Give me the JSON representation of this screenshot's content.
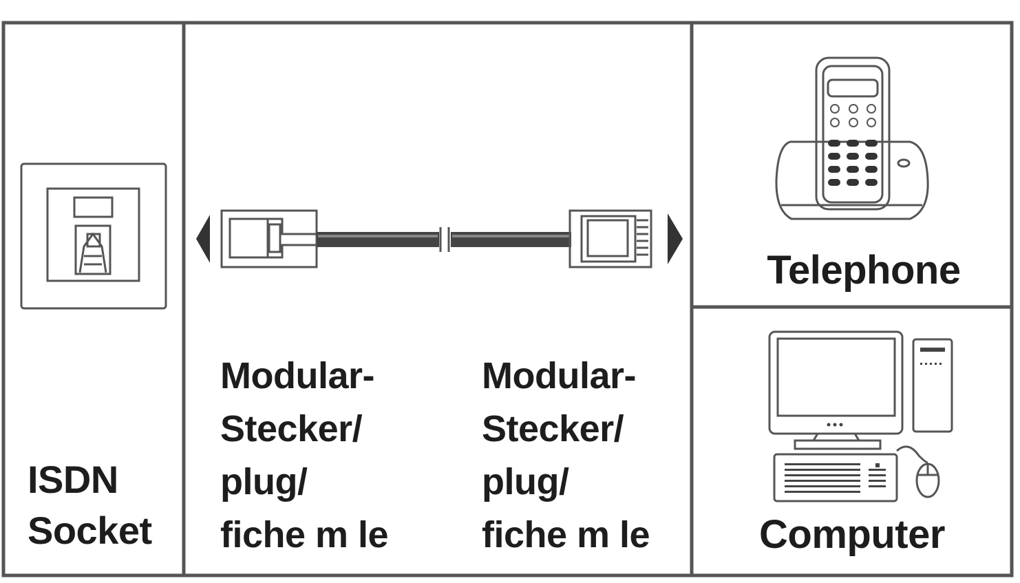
{
  "socket": {
    "line1": "ISDN",
    "line2": "Socket",
    "icon": "wall-socket-icon"
  },
  "cable": {
    "left_plug": {
      "lines": [
        "Modular-",
        "Stecker/",
        "plug/",
        "fiche m le"
      ],
      "icon": "modular-plug-icon"
    },
    "right_plug": {
      "lines": [
        "Modular-",
        "Stecker/",
        "plug/",
        "fiche m le"
      ],
      "icon": "modular-plug-icon"
    }
  },
  "devices": {
    "telephone": {
      "label": "Telephone",
      "icon": "cordless-phone-icon"
    },
    "computer": {
      "label": "Computer",
      "icon": "desktop-computer-icon"
    }
  },
  "colors": {
    "stroke": "#555555",
    "text": "#1d1d1d",
    "background": "#ffffff"
  }
}
